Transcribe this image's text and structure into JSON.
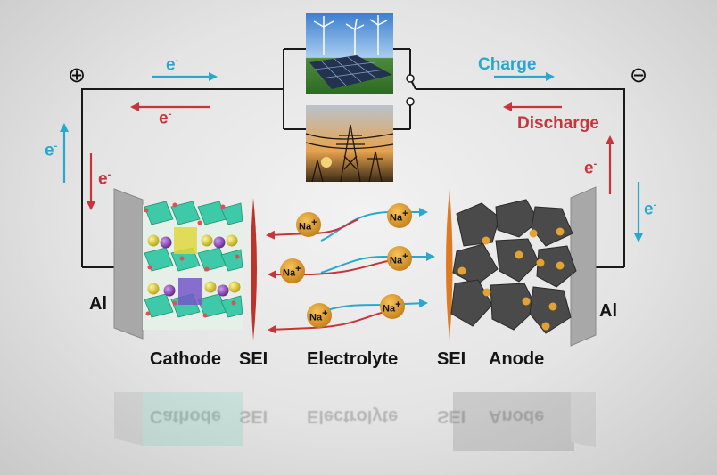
{
  "circuit": {
    "positive_symbol": "⊕",
    "negative_symbol": "⊖",
    "electron_label": "e",
    "electron_superscript": "-",
    "charge_label": "Charge",
    "discharge_label": "Discharge",
    "ion_label": "Na",
    "ion_superscript": "+"
  },
  "labels": {
    "al_left": "Al",
    "al_right": "Al",
    "cathode": "Cathode",
    "sei_left": "SEI",
    "electrolyte": "Electrolyte",
    "sei_right": "SEI",
    "anode": "Anode"
  },
  "colors": {
    "charge_blue": "#29a7cf",
    "discharge_red": "#c8343a",
    "wire": "#1a1a1a",
    "na_ion": "#e2a234",
    "anode_particle": "#4a4a4a",
    "cathode_teal": "#3ec9a8",
    "collector_gray": "#9a9a9a"
  },
  "icons": [
    "wind-turbines-solar-panels-photo",
    "power-lines-sunset-photo",
    "switch-icon"
  ]
}
